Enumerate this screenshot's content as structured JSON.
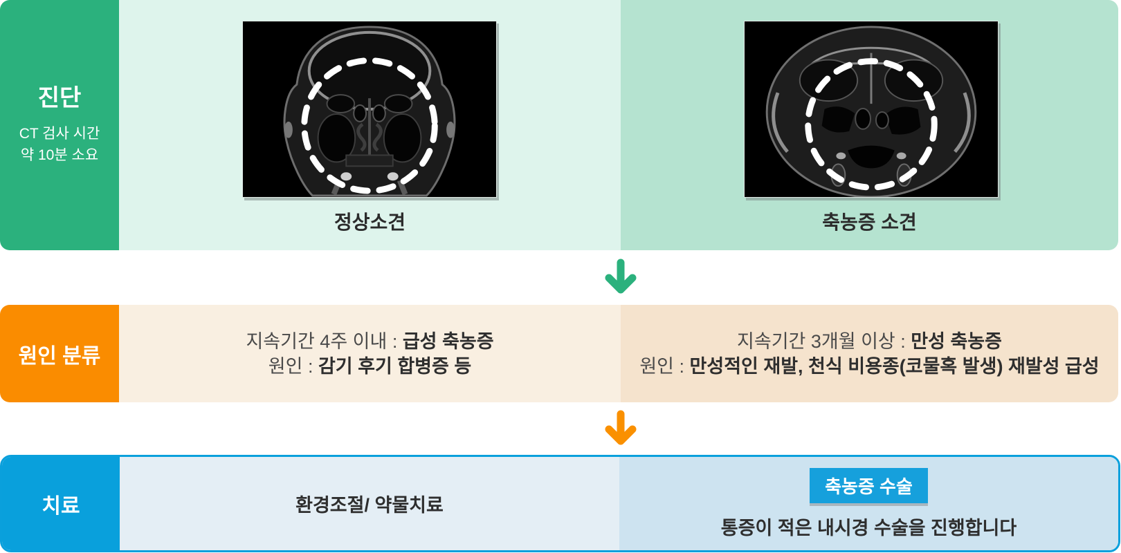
{
  "page": {
    "background": "#ffffff"
  },
  "diagnosis_row": {
    "sidebar": {
      "title": "진단",
      "subtitle_line1": "CT 검사 시간",
      "subtitle_line2": "약 10분 소요",
      "color": "#2BB17D"
    },
    "left_panel": {
      "background": "#DEF4EC",
      "image_icon": "ct-scan-normal-image",
      "label": "정상소견"
    },
    "right_panel": {
      "background": "#B5E3D0",
      "image_icon": "ct-scan-sinusitis-image",
      "label": "축농증 소견"
    }
  },
  "arrows": {
    "green_icon": "green-down-arrow-icon",
    "green_color": "#2BB17D",
    "orange_icon": "orange-down-arrow-icon",
    "orange_color": "#FA9000"
  },
  "causes_row": {
    "sidebar": {
      "title": "원인 분류",
      "color": "#FA8C00"
    },
    "left_panel": {
      "background": "#F9EFE1",
      "line1_normal": "지속기간 4주 이내 : ",
      "line1_bold": "급성 축농증",
      "line2_normal": "원인 : ",
      "line2_bold": "감기 후기 합병증 등"
    },
    "right_panel": {
      "background": "#F5E3CD",
      "line1_normal": "지속기간 3개월 이상 : ",
      "line1_bold": "만성 축농증",
      "line2_normal": "원인 : ",
      "line2_bold": "만성적인 재발, 천식 비용종(코물혹 발생) 재발성 급성"
    }
  },
  "treatment_row": {
    "border_color": "#0AA0DC",
    "sidebar": {
      "title": "치료",
      "color": "#09A0DC"
    },
    "left_panel": {
      "background": "#E4EEF5",
      "text": "환경조절/ 약물치료"
    },
    "right_panel": {
      "background": "#CDE3F0",
      "button_label": "축농증 수술",
      "button_color": "#16A0DC",
      "caption": "통증이 적은 내시경 수술을 진행합니다"
    }
  }
}
